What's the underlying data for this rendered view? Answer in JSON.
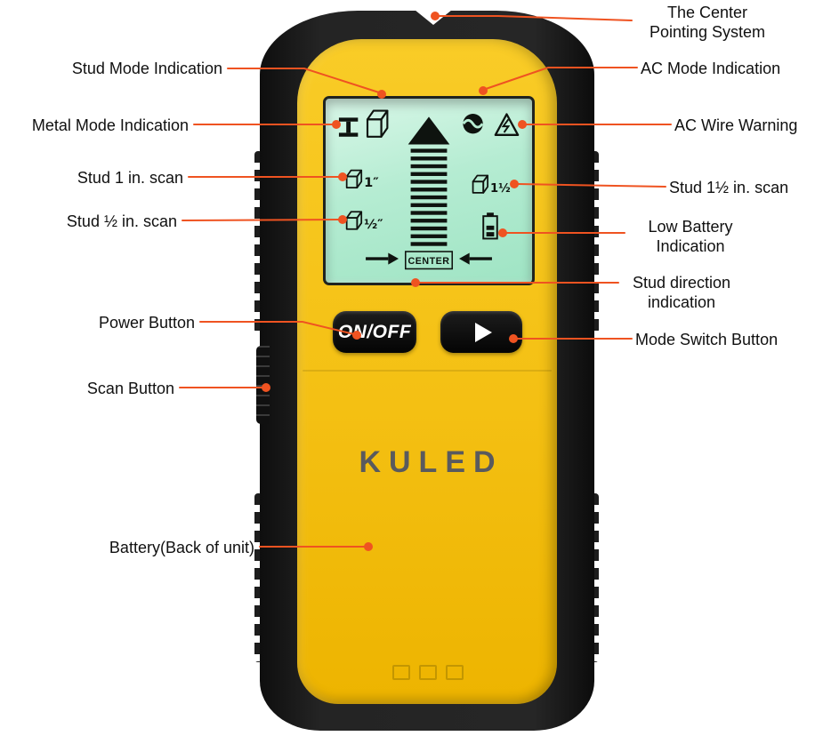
{
  "colors": {
    "accent_orange": "#ef5321",
    "body_yellow": "#f5c31d",
    "shell_black": "#1c1c1c",
    "screen_green": "#aee8cd",
    "logo_gray": "#595a5e"
  },
  "device": {
    "brand_logo": "KULED",
    "power_button_label": "ON/OFF",
    "screen": {
      "center_label": "CENTER",
      "stud_1in_label": "1″",
      "stud_half_label": "½″",
      "stud_1half_label": "1½″"
    }
  },
  "callouts": {
    "left": [
      {
        "id": "stud-mode",
        "label": "Stud Mode Indication"
      },
      {
        "id": "metal-mode",
        "label": "Metal Mode Indication"
      },
      {
        "id": "stud-1in",
        "label": "Stud 1 in. scan"
      },
      {
        "id": "stud-half",
        "label": "Stud ½ in. scan"
      },
      {
        "id": "power-button",
        "label": "Power Button"
      },
      {
        "id": "scan-button",
        "label": "Scan Button"
      },
      {
        "id": "battery",
        "label": "Battery(Back of unit)"
      }
    ],
    "right": [
      {
        "id": "center-pointing",
        "label": "The Center\nPointing System"
      },
      {
        "id": "ac-mode",
        "label": "AC Mode Indication"
      },
      {
        "id": "ac-wire-warning",
        "label": "AC Wire Warning"
      },
      {
        "id": "stud-1half",
        "label": "Stud 1½ in. scan"
      },
      {
        "id": "low-battery",
        "label": "Low Battery\nIndication"
      },
      {
        "id": "stud-direction",
        "label": "Stud direction\nindication"
      },
      {
        "id": "mode-switch",
        "label": "Mode Switch Button"
      }
    ]
  }
}
